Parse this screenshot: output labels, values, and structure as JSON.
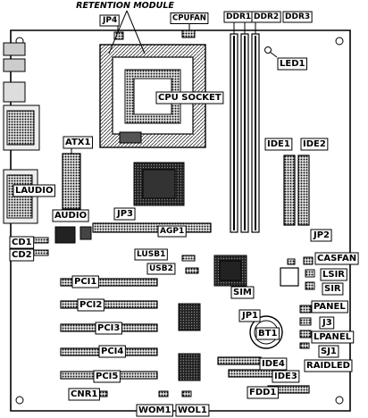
{
  "diagram": {
    "header": "RETENTION MODULE",
    "labels": {
      "jp4": "JP4",
      "cpufan": "CPUFAN",
      "ddr1": "DDR1",
      "ddr2": "DDR2",
      "ddr3": "DDR3",
      "led1": "LED1",
      "cpu_socket": "CPU SOCKET",
      "atx1": "ATX1",
      "ide1": "IDE1",
      "ide2": "IDE2",
      "laudio": "LAUDIO",
      "audio": "AUDIO",
      "jp3": "JP3",
      "agp1": "AGP1",
      "cd1": "CD1",
      "cd2": "CD2",
      "jp2": "JP2",
      "casfan": "CASFAN",
      "lusb1": "LUSB1",
      "usb2": "USB2",
      "lsir": "LSIR",
      "pci1": "PCI1",
      "sir": "SIR",
      "sim": "SIM",
      "panel": "PANEL",
      "pci2": "PCI2",
      "jp1": "JP1",
      "j3": "J3",
      "pci3": "PCI3",
      "bt1": "BT1",
      "lpanel": "LPANEL",
      "pci4": "PCI4",
      "sj1": "SJ1",
      "raidled": "RAIDLED",
      "ide4": "IDE4",
      "ide3": "IDE3",
      "pci5": "PCI5",
      "cnr1": "CNR1",
      "fdd1": "FDD1",
      "wom1": "WOM1",
      "wol1": "WOL1"
    }
  }
}
